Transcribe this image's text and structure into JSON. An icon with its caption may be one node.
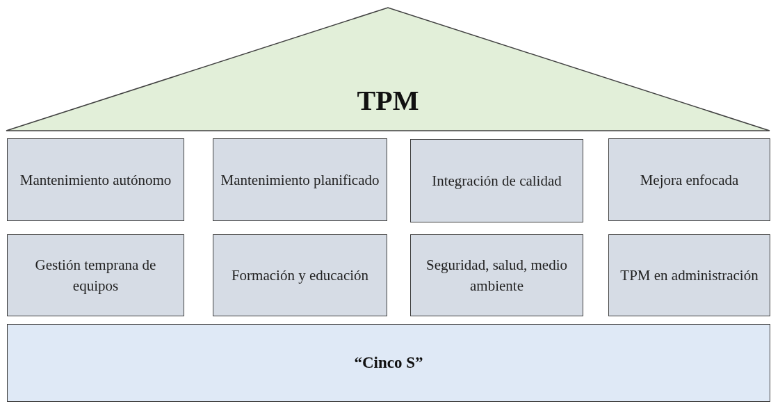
{
  "diagram": {
    "nodes": [
      {
        "text": [
          "TPM"
        ]
      },
      {
        "text": [
          "Mantenimiento autónomo"
        ]
      },
      {
        "text": [
          "Mantenimiento planificado"
        ]
      },
      {
        "text": [
          "Integración de calidad"
        ]
      },
      {
        "text": [
          "Mejora enfocada"
        ]
      },
      {
        "text": [
          "Gestión temprana de equipos"
        ]
      },
      {
        "text": [
          "Formación y educación"
        ]
      },
      {
        "text": [
          "Seguridad, salud, medio ambiente"
        ]
      },
      {
        "text": [
          "TPM en administración"
        ]
      },
      {
        "text": [
          "“Cinco S”"
        ]
      }
    ]
  }
}
